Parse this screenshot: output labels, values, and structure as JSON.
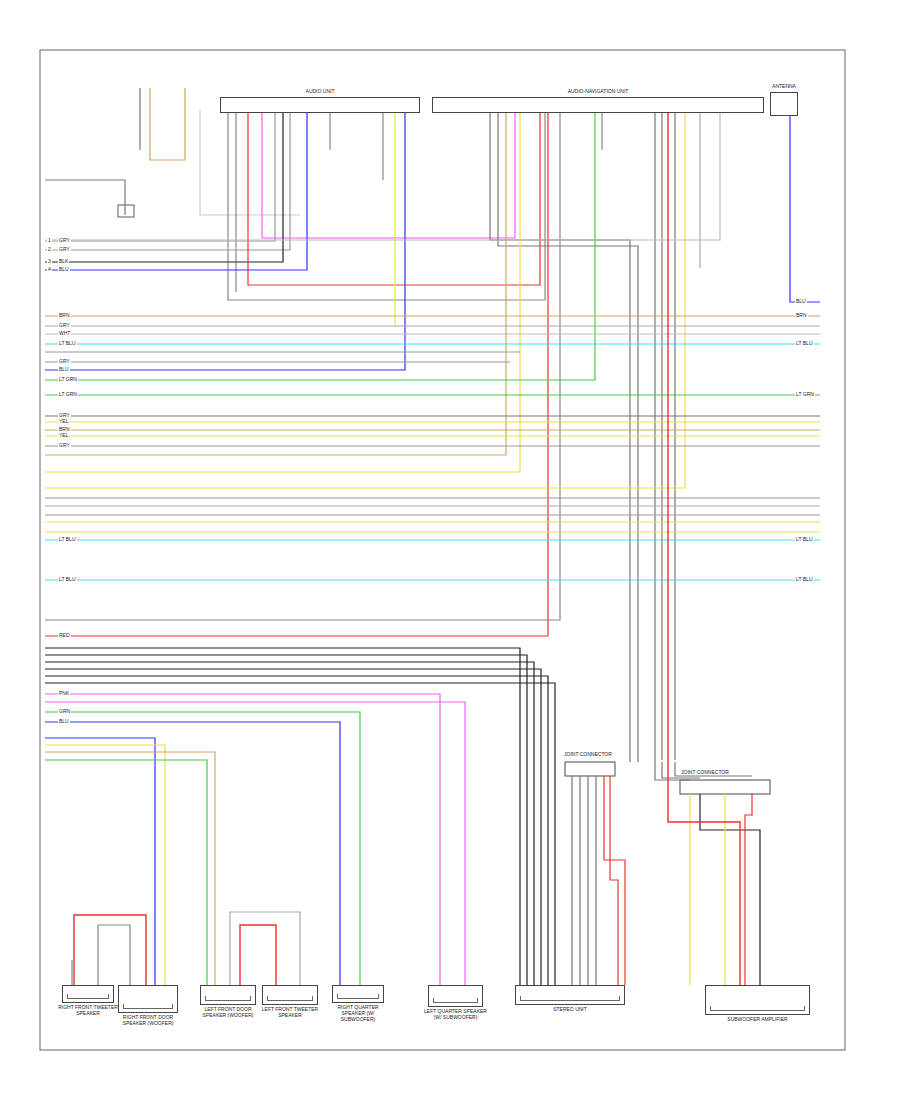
{
  "diagram": {
    "nodes": [
      {
        "text": [
          "AUDIO UNIT"
        ]
      },
      {
        "text": [
          "AUDIO-NAVIGATION UNIT"
        ]
      },
      {
        "text": [
          "ANTENNA"
        ]
      },
      {
        "text": [
          "RIGHT FRONT TWEETER SPEAKER"
        ]
      },
      {
        "text": [
          "RIGHT FRONT DOOR SPEAKER (WOOFER)"
        ]
      },
      {
        "text": [
          "LEFT FRONT DOOR SPEAKER (WOOFER)"
        ]
      },
      {
        "text": [
          "LEFT FRONT TWEETER SPEAKER"
        ]
      },
      {
        "text": [
          "RIGHT QUARTER SPEAKER (W/ SUBWOOFER)"
        ]
      },
      {
        "text": [
          "LEFT QUARTER SPEAKER (W/ SUBWOOFER)"
        ]
      },
      {
        "text": [
          "STEREO UNIT"
        ]
      },
      {
        "text": [
          "SUBWOOFER AMPLIFIER"
        ]
      }
    ],
    "edges": [
      {
        "from": 3,
        "to": 4,
        "arrow": "none"
      },
      {
        "from": 5,
        "to": 6,
        "arrow": "none"
      },
      {
        "from": 1,
        "to": 10,
        "arrow": "none"
      }
    ],
    "labels": [
      "GRY",
      "GRY",
      "BLK",
      "BLU",
      "BRN",
      "GRY",
      "WHT",
      "LT BLU",
      "GRY",
      "BLU",
      "LT GRN",
      "LT GRN",
      "GRY",
      "YEL",
      "BRN",
      "YEL",
      "GRY",
      "LT BLU",
      "LT BLU",
      "RED",
      "PNK",
      "GRN",
      "BLU",
      "BRN",
      "LT BLU",
      "LT GRN",
      "LT BLU",
      "LT BLU",
      "BLU",
      "1",
      "2",
      "3",
      "4",
      "JOINT CONNECTOR",
      "JOINT CONNECTOR"
    ]
  }
}
